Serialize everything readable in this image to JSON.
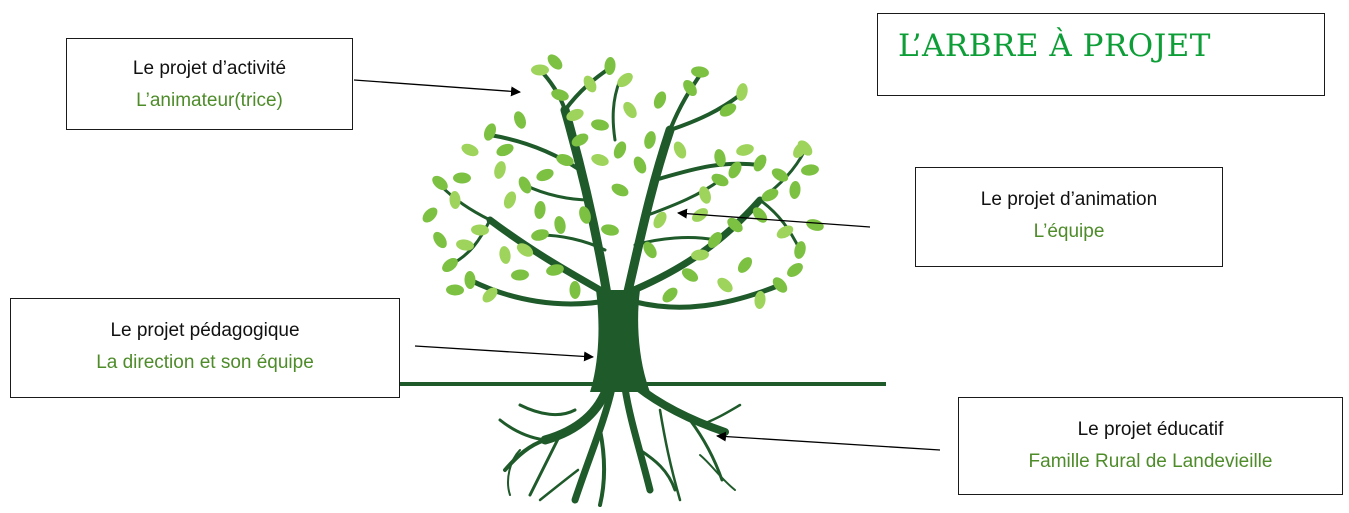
{
  "title": "L’ARBRE À PROJET",
  "labels": {
    "activite": {
      "top": "Le projet d’activité",
      "sub": "L’animateur(trice)"
    },
    "animation": {
      "top": "Le projet d’animation",
      "sub": "L’équipe"
    },
    "pedagogique": {
      "top": "Le projet pédagogique",
      "sub": "La direction et son équipe"
    },
    "educatif": {
      "top": "Le projet éducatif",
      "sub": "Famille Rural de Landevieille"
    }
  },
  "colors": {
    "title": "#0e9e37",
    "subtitle": "#4e8c2a",
    "trunk": "#1f5a2a",
    "leaf": "#7dc142",
    "leaf_light": "#9ed45c"
  }
}
